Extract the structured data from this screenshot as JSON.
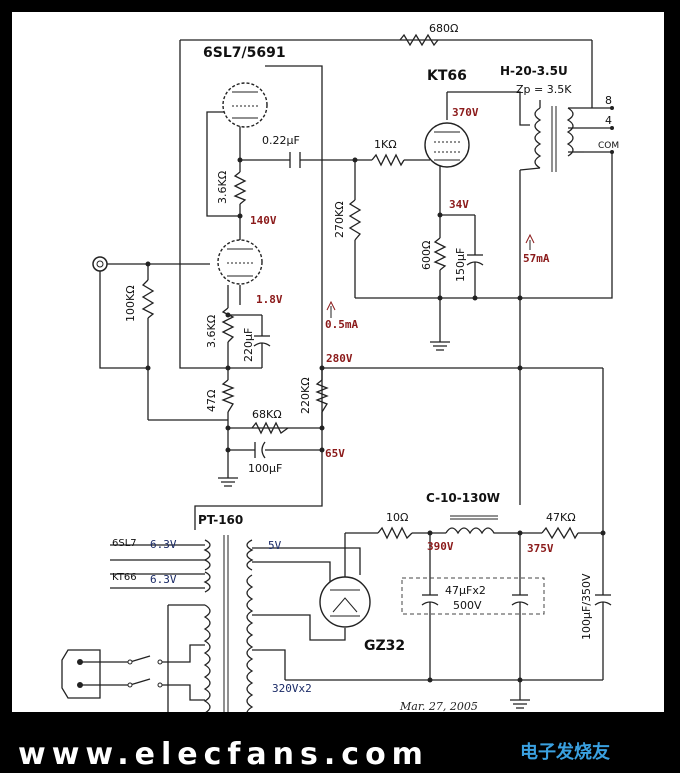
{
  "colors": {
    "voltage": "#8b1a1a",
    "secondary": "#1a2a66",
    "wire": "#222222",
    "paper": "#ffffff",
    "frame": "#000000",
    "watermark": "#3aa0e0"
  },
  "tubes": {
    "preamp": "6SL7/5691",
    "power": "KT66",
    "rectifier": "GZ32"
  },
  "output_transformer": {
    "model": "H-20-3.5U",
    "impedance": "Zp = 3.5K",
    "taps": [
      "8",
      "4",
      "COM"
    ]
  },
  "power_transformer": {
    "model": "PT-160",
    "heater_taps": [
      "6SL7",
      "KT66"
    ],
    "heater_volts": [
      "6.3V",
      "6.3V"
    ],
    "rect_heater": "5V",
    "hv_secondary": "320Vx2"
  },
  "choke": {
    "model": "C-10-130W"
  },
  "components": {
    "r_feedback": "680Ω",
    "r_grid_stop": "1KΩ",
    "r_grid_leak": "270KΩ",
    "r_cathode_kt66": "600Ω",
    "c_cathode_kt66": "150μF",
    "c_coupling": "0.22μF",
    "r_plate_upper": "3.6KΩ",
    "r_cathode_lower": "3.6KΩ",
    "c_cathode_lower": "220μF",
    "r_input": "100KΩ",
    "r_47": "47Ω",
    "r_68k": "68KΩ",
    "c_100u": "100μF",
    "r_220k": "220KΩ",
    "r_10": "10Ω",
    "r_47k": "47KΩ",
    "c_filter": "47μFx2",
    "c_filter_v": "500V",
    "c_bleed": "100μF/350V"
  },
  "voltages": {
    "kt66_plate": "370V",
    "kt66_cathode": "34V",
    "upper_plate": "140V",
    "lower_cathode": "1.8V",
    "b_plus_pre": "280V",
    "bias": "65V",
    "rect_out": "390V",
    "b_plus": "375V"
  },
  "currents": {
    "pre": "0.5mA",
    "out": "57mA"
  },
  "date": "Mar. 27, 2005",
  "watermark": [
    "www.elecfans.com",
    "电子发烧友"
  ]
}
